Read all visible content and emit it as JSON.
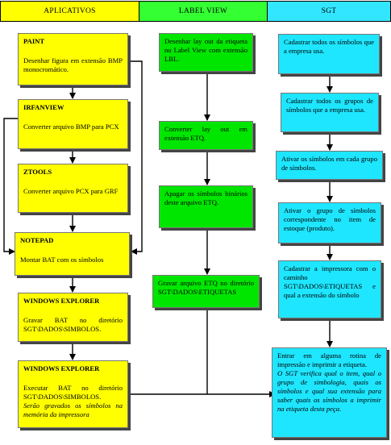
{
  "columns": {
    "aplicativos": "APLICATIVOS",
    "label_view": "LABEL VIEW",
    "sgt": "SGT"
  },
  "colors": {
    "aplicativos": "#ffff00",
    "label_view": "#00e600",
    "sgt": "#1ee6ff"
  },
  "aplicativos": {
    "paint": {
      "title": "PAINT",
      "body": "Desenhar figura em extensão BMP monocromático."
    },
    "irfanview": {
      "title": "IRFANVIEW",
      "body": "Converter arquivo BMP para PCX"
    },
    "ztools": {
      "title": "ZTOOLS",
      "body": "Converter arquivo PCX para GRF"
    },
    "notepad": {
      "title": "NOTEPAD",
      "body": "Montar BAT com os símbolos"
    },
    "winexp1": {
      "title": "WINDOWS EXPLORER",
      "body": "Gravar BAT no diretório SGT\\DADOS\\SIMBOLOS."
    },
    "winexp2": {
      "title": "WINDOWS EXPLORER",
      "body": "Executar BAT no diretório SGT\\DADOS\\SIMBOLOS.",
      "note": "Serão gravados os símbolos na memória da impressora"
    }
  },
  "label_view": {
    "step1": "Desenhar lay out da etiqueta no Label View com extensão LBL.",
    "step2": "Converter lay out em extensão ETQ.",
    "step3": "Apagar os símbolos binários deste arquivo ETQ.",
    "step4": "Gravar arquivo ETQ no diretório SGT\\DADOS\\ETIQUETAS"
  },
  "sgt": {
    "step1": "Cadastrar todos os símbolos que a empresa usa.",
    "step2": "Cadastrar todos os grupos de símbolos que a empresa usa.",
    "step3": "Ativar os símbolos em cada grupo de símbolos.",
    "step4": "Ativar o grupo de símbolos correspondente no item de estoque (produto).",
    "step5": "Cadastrar a impressora com o caminho SGT\\DADOS\\ETIQUETAS e qual a extensão do símbolo",
    "step6": "Entrar em alguma rotina de impressão e imprimir a etiqueta.",
    "step6_note": "O SGT verifica qual o item, qual o grupo de simbologia, quais os símbolos e qual sua extensão para saber quais os símbolos a imprimir na etiqueta desta peça."
  }
}
